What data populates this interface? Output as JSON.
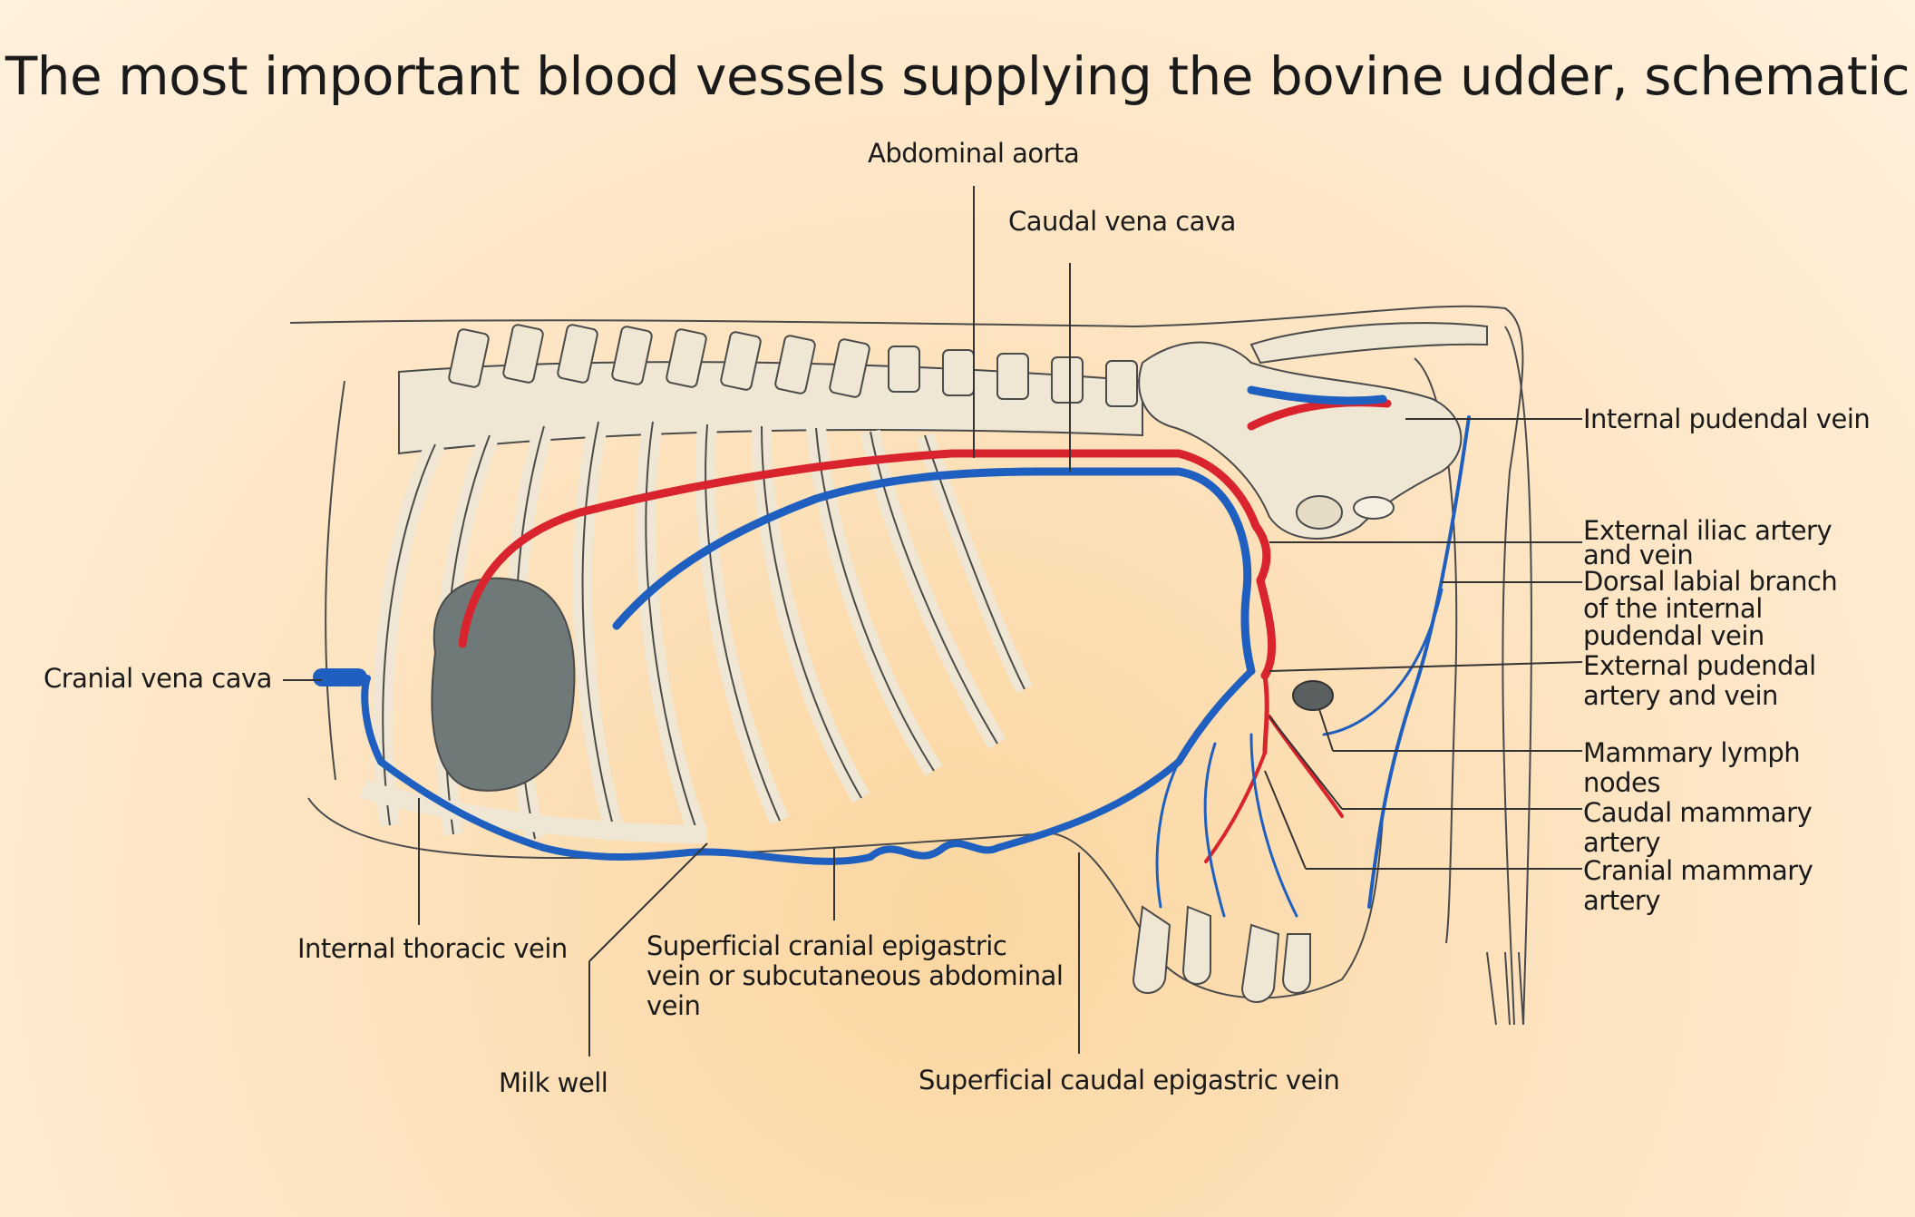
{
  "title": "The most important blood vessels supplying the bovine udder, schematic",
  "labels": {
    "abdominal_aorta": "Abdominal aorta",
    "caudal_vena_cava": "Caudal vena cava",
    "internal_pudendal_vein": "Internal pudendal vein",
    "external_iliac": [
      "External iliac artery",
      "and vein"
    ],
    "dorsal_labial": [
      "Dorsal labial branch",
      "of the internal",
      "pudendal vein"
    ],
    "external_pudendal": [
      "External pudendal",
      "artery and vein"
    ],
    "mammary_lymph_nodes": [
      "Mammary lymph",
      "nodes"
    ],
    "caudal_mammary_artery": [
      "Caudal mammary",
      "artery"
    ],
    "cranial_mammary_artery": [
      "Cranial mammary",
      "artery"
    ],
    "cranial_vena_cava": "Cranial vena cava",
    "internal_thoracic_vein": "Internal thoracic vein",
    "superficial_cranial_epigastric": [
      "Superficial cranial epigastric",
      "vein or subcutaneous abdominal",
      "vein"
    ],
    "milk_well": "Milk well",
    "superficial_caudal_epigastric": "Superficial caudal epigastric vein"
  },
  "colors": {
    "artery": "#d9232d",
    "vein": "#1f5fbf",
    "bone": "#efe7d4",
    "outline": "#4a4a4a"
  }
}
